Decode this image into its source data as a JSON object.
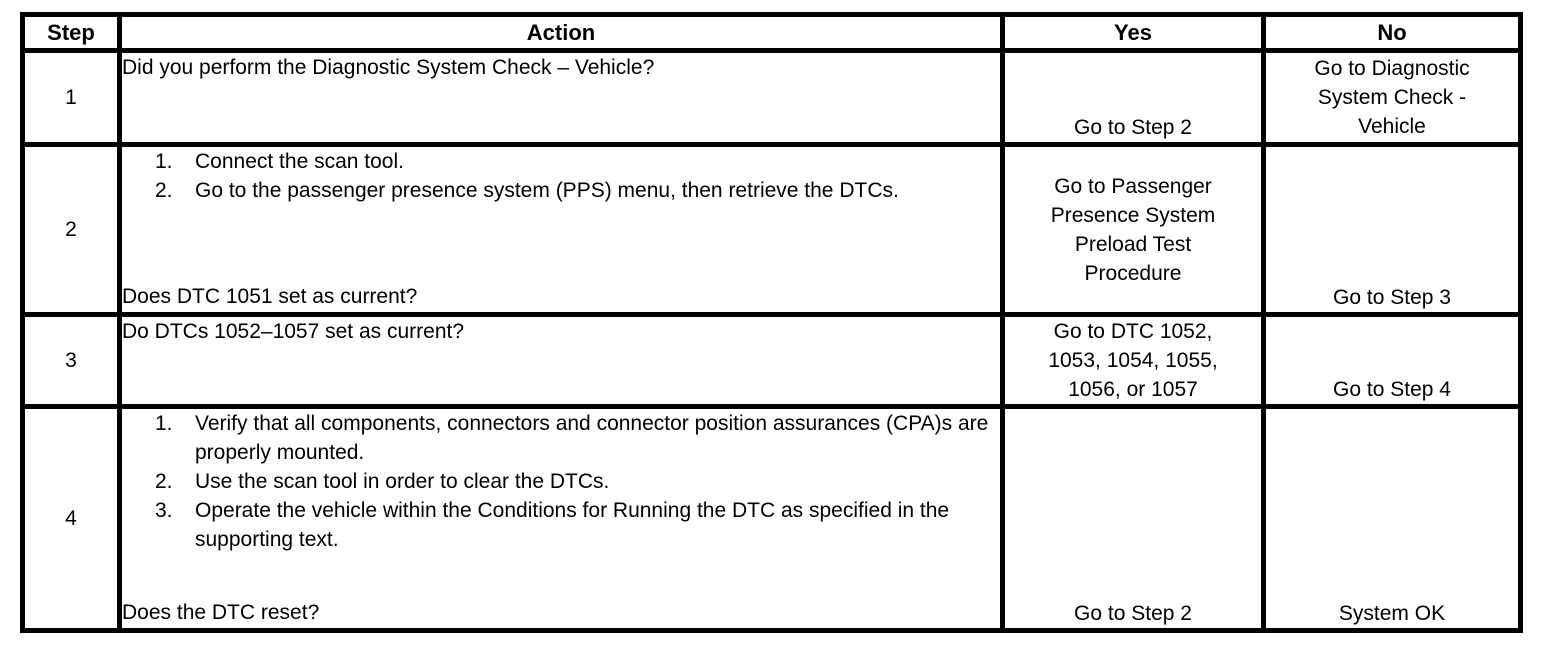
{
  "table": {
    "headers": {
      "step": "Step",
      "action": "Action",
      "yes": "Yes",
      "no": "No"
    },
    "rows": [
      {
        "step": "1",
        "action_question": "Did you perform the Diagnostic System Check – Vehicle?",
        "yes": "Go to Step 2",
        "no": "Go to Diagnostic System Check - Vehicle"
      },
      {
        "step": "2",
        "action_list": [
          {
            "num": "1.",
            "text": "Connect the scan tool."
          },
          {
            "num": "2.",
            "text": "Go to the passenger presence system (PPS) menu, then retrieve the DTCs."
          }
        ],
        "action_question": "Does DTC 1051 set as current?",
        "yes": "Go to Passenger Presence System Preload Test Procedure",
        "no": "Go to Step 3"
      },
      {
        "step": "3",
        "action_question": "Do DTCs 1052–1057 set as current?",
        "yes": "Go to DTC 1052, 1053, 1054, 1055, 1056, or 1057",
        "no": "Go to Step 4"
      },
      {
        "step": "4",
        "action_list": [
          {
            "num": "1.",
            "text": "Verify that all components, connectors and connector position assurances (CPA)s are properly mounted."
          },
          {
            "num": "2.",
            "text": "Use the scan tool in order to clear the DTCs."
          },
          {
            "num": "3.",
            "text": "Operate the vehicle within the Conditions for Running the DTC as specified in the supporting text."
          }
        ],
        "action_question": "Does the DTC reset?",
        "yes": "Go to Step 2",
        "no": "System OK"
      }
    ]
  }
}
